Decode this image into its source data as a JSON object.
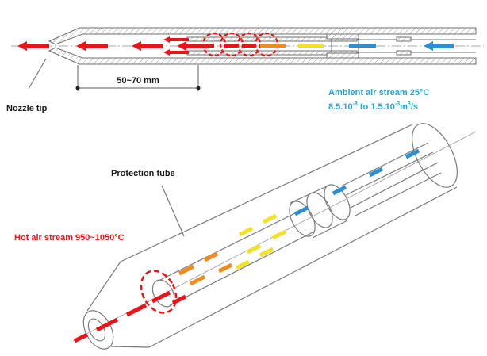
{
  "labels": {
    "nozzle_tip": "Nozzle tip",
    "dimension": "50~70 mm",
    "ambient_line1": "Ambient air stream 25°C",
    "ambient_line2_a": "8.5.10",
    "ambient_line2_exp1": "-8",
    "ambient_line2_b": " to 1.5.10",
    "ambient_line2_exp2": "-3",
    "ambient_line2_c": "m",
    "ambient_line2_exp3": "3",
    "ambient_line2_d": "/s",
    "protection_tube": "Protection tube",
    "hot_air": "Hot air stream 950~1050°C"
  },
  "colors": {
    "hot": "#e8141b",
    "warm": "#f08c1e",
    "yellow": "#f2e12a",
    "cold": "#2e8fd0",
    "ambient_text": "#29a3d6",
    "hot_text": "#e8141b",
    "line": "#6f6f6f"
  }
}
